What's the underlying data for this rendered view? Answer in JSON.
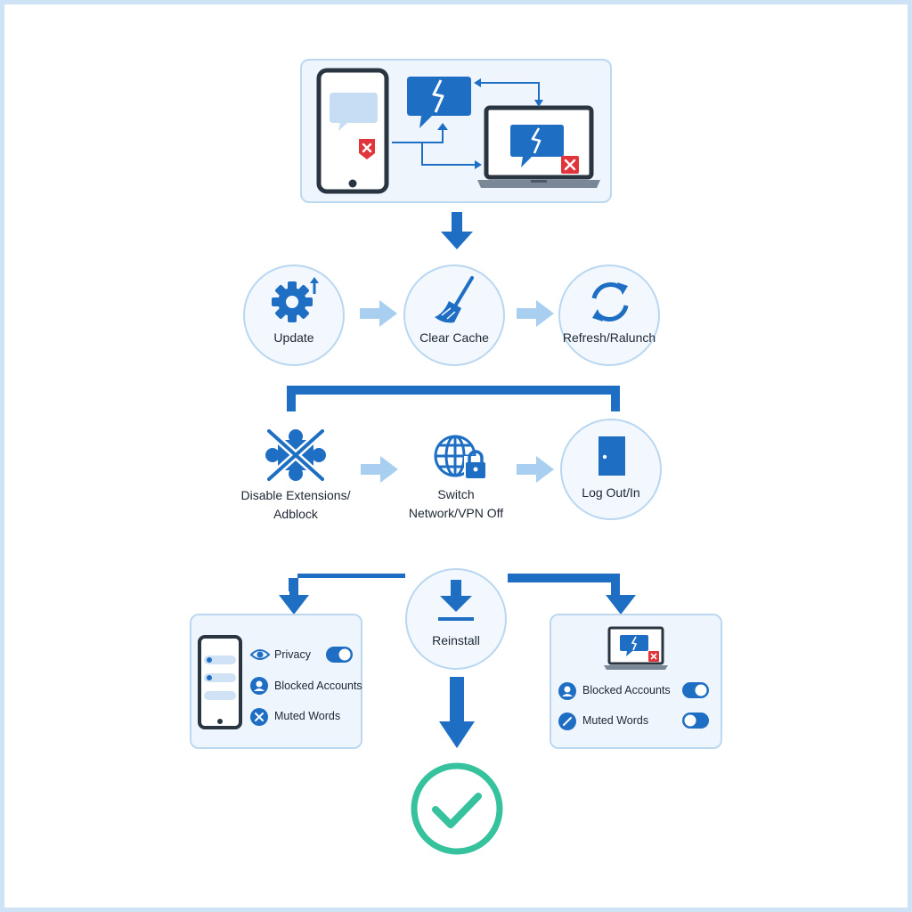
{
  "colors": {
    "primary": "#1e6fc4",
    "light_arrow": "#a9cff0",
    "panel_bg": "#eef5fc",
    "panel_border": "#bcd8f1",
    "error": "#e0353b",
    "success": "#35c29c"
  },
  "row1": {
    "update": {
      "label": "Update",
      "icon": "gear-update-icon"
    },
    "clear_cache": {
      "label": "Clear Cache",
      "icon": "broom-icon"
    },
    "refresh": {
      "label": "Refresh/Ralunch",
      "icon": "refresh-icon"
    }
  },
  "row2": {
    "disable_extensions": {
      "label_line1": "Disable Extensions/",
      "label_line2": "Adblock",
      "icon": "crossed-puzzle-icon"
    },
    "switch_network": {
      "label_line1": "Switch",
      "label_line2": "Network/VPN Off",
      "icon": "globe-lock-icon"
    },
    "logout": {
      "label": "Log Out/In",
      "icon": "door-icon"
    }
  },
  "row3": {
    "reinstall": {
      "label": "Reinstall",
      "icon": "download-icon"
    },
    "mobile_settings": {
      "privacy": "Privacy",
      "blocked_accounts": "Blocked Accounts",
      "muted_words": "Muted Words"
    },
    "desktop_settings": {
      "blocked_accounts": "Blocked Accounts",
      "muted_words": "Muted Words"
    }
  },
  "final": {
    "icon": "checkmark-success-icon"
  }
}
